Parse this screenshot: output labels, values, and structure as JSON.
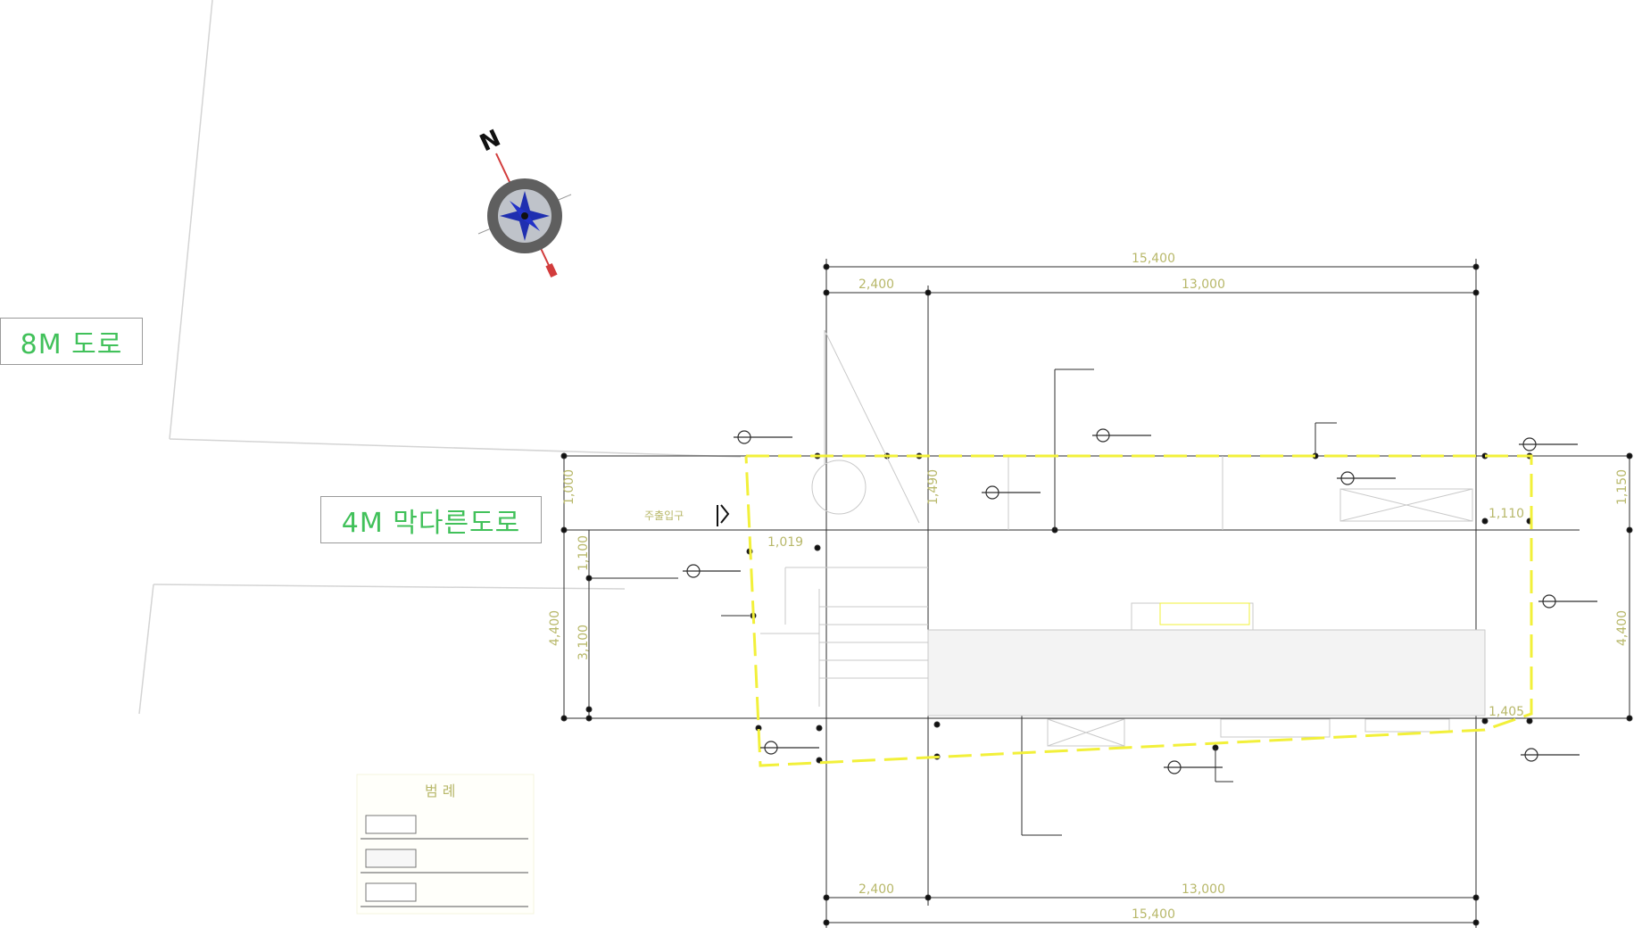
{
  "roads": {
    "main": "8M 도로",
    "side": "4M 막다른도로"
  },
  "compass": {
    "north": "N"
  },
  "plan": {
    "entrance_label": "주출입구",
    "top_dims": {
      "total": "15,400",
      "left": "2,400",
      "right": "13,000"
    },
    "bottom_dims": {
      "total": "15,400",
      "left": "2,400",
      "right": "13,000"
    },
    "left_dims": {
      "total": "4,400",
      "upper": "1,100",
      "middle": "3,100",
      "top_band": "1,000"
    },
    "right_dims": {
      "total": "4,400",
      "top_band": "1,150"
    },
    "inner_dims": {
      "a": "1,019",
      "b": "1,490",
      "c": "1,110",
      "d": "1,405"
    }
  },
  "legend": {
    "title": "범 례"
  },
  "colors": {
    "road_text": "#41c15a",
    "boundary": "#f2f03a",
    "dimension": "#2e2e2e",
    "faint": "#b8b86a"
  }
}
